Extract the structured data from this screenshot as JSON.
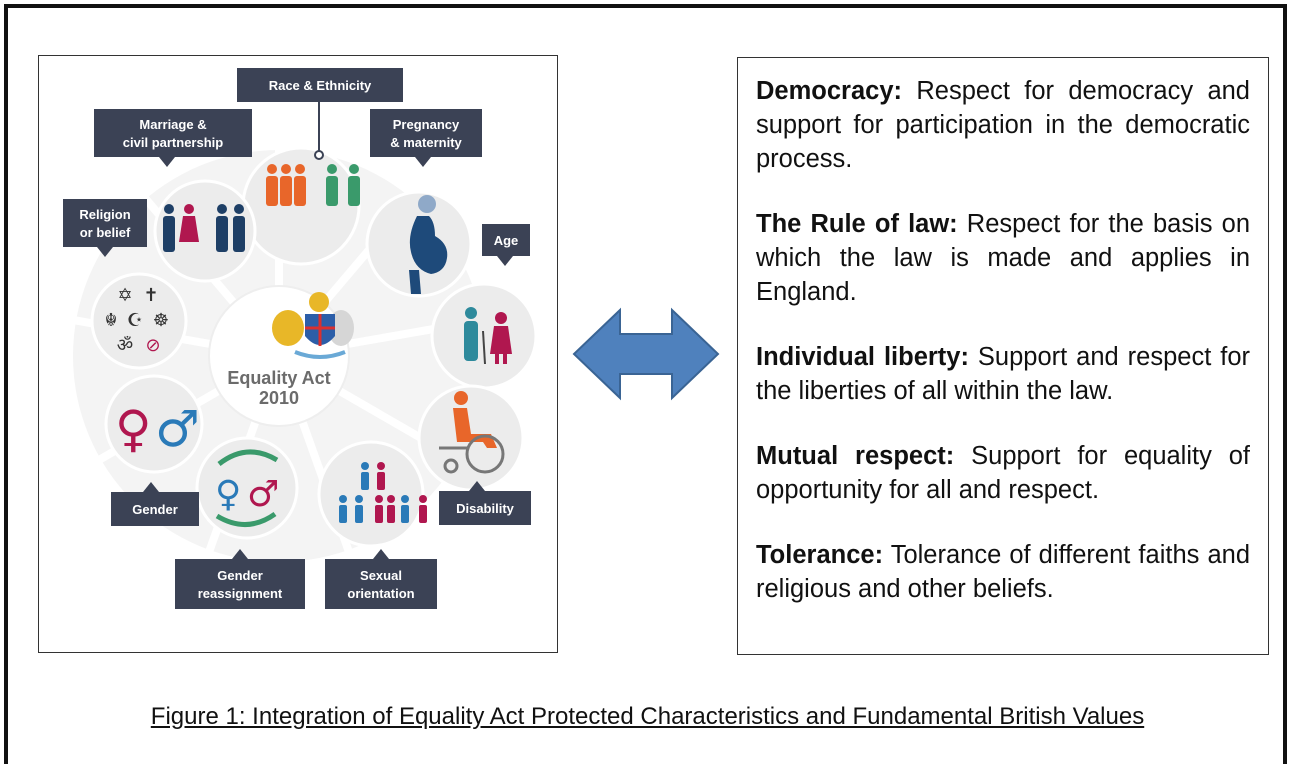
{
  "diagram": {
    "center_title": "Equality Act",
    "center_year": "2010",
    "characteristics": [
      {
        "id": "race",
        "label_lines": [
          "Race & Ethnicity"
        ]
      },
      {
        "id": "marriage",
        "label_lines": [
          "Marriage &",
          "civil partnership"
        ]
      },
      {
        "id": "pregnancy",
        "label_lines": [
          "Pregnancy",
          "& maternity"
        ]
      },
      {
        "id": "religion",
        "label_lines": [
          "Religion",
          "or belief"
        ]
      },
      {
        "id": "age",
        "label_lines": [
          "Age"
        ]
      },
      {
        "id": "gender",
        "label_lines": [
          "Gender"
        ]
      },
      {
        "id": "disability",
        "label_lines": [
          "Disability"
        ]
      },
      {
        "id": "gender_reassignment",
        "label_lines": [
          "Gender",
          "reassignment"
        ]
      },
      {
        "id": "sexual_orientation",
        "label_lines": [
          "Sexual",
          "orientation"
        ]
      }
    ],
    "colors": {
      "tag_bg": "#3b4255",
      "circle_fill": "#ececec",
      "arrow_fill": "#4f81bd",
      "arrow_stroke": "#3a6494",
      "orange": "#e8662a",
      "green": "#3a9a6b",
      "navy": "#1e3f66",
      "teal": "#2e8a9c",
      "magenta": "#b0174f",
      "blue": "#2a7ab8"
    }
  },
  "values": [
    {
      "term": "Democracy:",
      "text": " Respect for democracy and support for participation in the democratic process."
    },
    {
      "term": "The Rule of law:",
      "text": " Respect for the basis on which the law is made and applies in England."
    },
    {
      "term": "Individual liberty:",
      "text": " Support and respect for the liberties of all within the law."
    },
    {
      "term": "Mutual respect:",
      "text": " Support for equality of opportunity for all and respect."
    },
    {
      "term": "Tolerance:",
      "text": " Tolerance of different faiths and religious and other beliefs."
    }
  ],
  "caption": "Figure 1:  Integration of Equality Act Protected Characteristics and Fundamental British Values"
}
